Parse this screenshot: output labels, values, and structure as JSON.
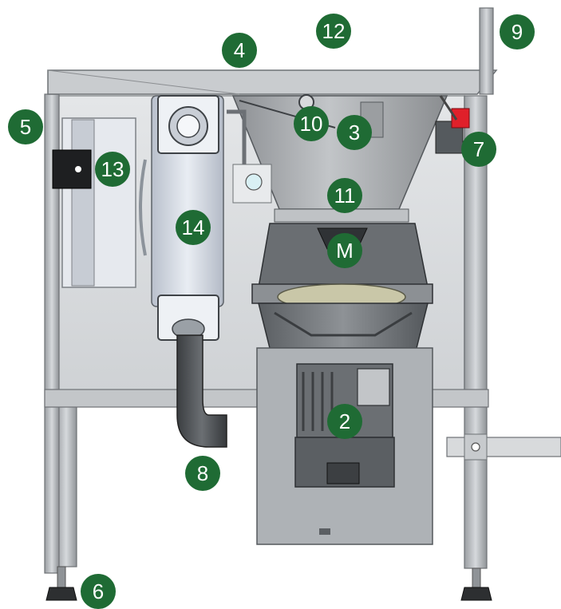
{
  "colors": {
    "callout_fill": "#1f6b34",
    "callout_text": "#ffffff",
    "frame_steel": "#b8bcc0",
    "frame_dark": "#6d7175",
    "funnel_steel": "#a9acaf",
    "pump_body": "#5e6266",
    "panel": "#d9dde2",
    "hose": "#4a4d50",
    "valve_red": "#e0202a"
  },
  "icons": {
    "callout": "numbered-circle-marker"
  },
  "callouts": {
    "c1": "12",
    "c2": "4",
    "c3": "9",
    "c4": "5",
    "c5": "10",
    "c6": "3",
    "c7": "7",
    "c8": "13",
    "c9": "11",
    "c10": "14",
    "c11": "M",
    "c12": "2",
    "c13": "8",
    "c14": "6"
  }
}
